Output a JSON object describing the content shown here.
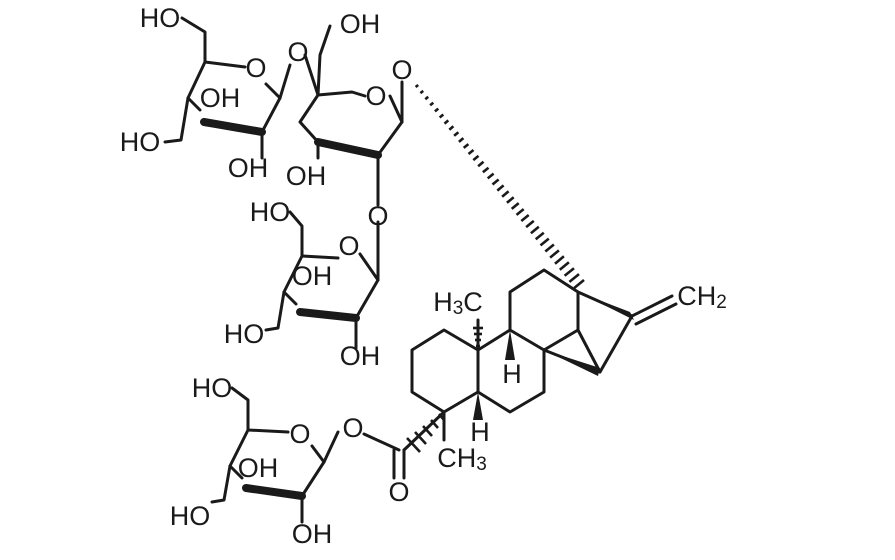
{
  "atoms": {
    "oh_g1_c6": "HO",
    "o_g1_ring": "O",
    "oh_g1_c3": "OH",
    "oh_g1_c4": "HO",
    "oh_g1_c2": "OH",
    "o_link_13": "O",
    "oh_g2_c6": "OH",
    "o_g2_ring": "O",
    "o_anomeric_13": "O",
    "oh_g2_c4": "OH",
    "o_link_12": "O",
    "oh_g3_c6": "HO",
    "o_g3_ring": "O",
    "oh_g3_c3": "OH",
    "oh_g3_c4": "HO",
    "oh_g3_c2": "OH",
    "methyl_c10": {
      "main": "H",
      "sub": "3",
      "tail": "C"
    },
    "h_c9": "H",
    "h_c5": "H",
    "methylene_c16": {
      "main": "CH",
      "sub": "2"
    },
    "oh_g4_c6": "HO",
    "o_g4_ring": "O",
    "o_ester": "O",
    "oh_g4_c3": "OH",
    "oh_g4_c4": "HO",
    "oh_g4_c2": "OH",
    "o_carbonyl": "O",
    "methyl_c4": {
      "main": "CH",
      "sub": "3"
    }
  }
}
